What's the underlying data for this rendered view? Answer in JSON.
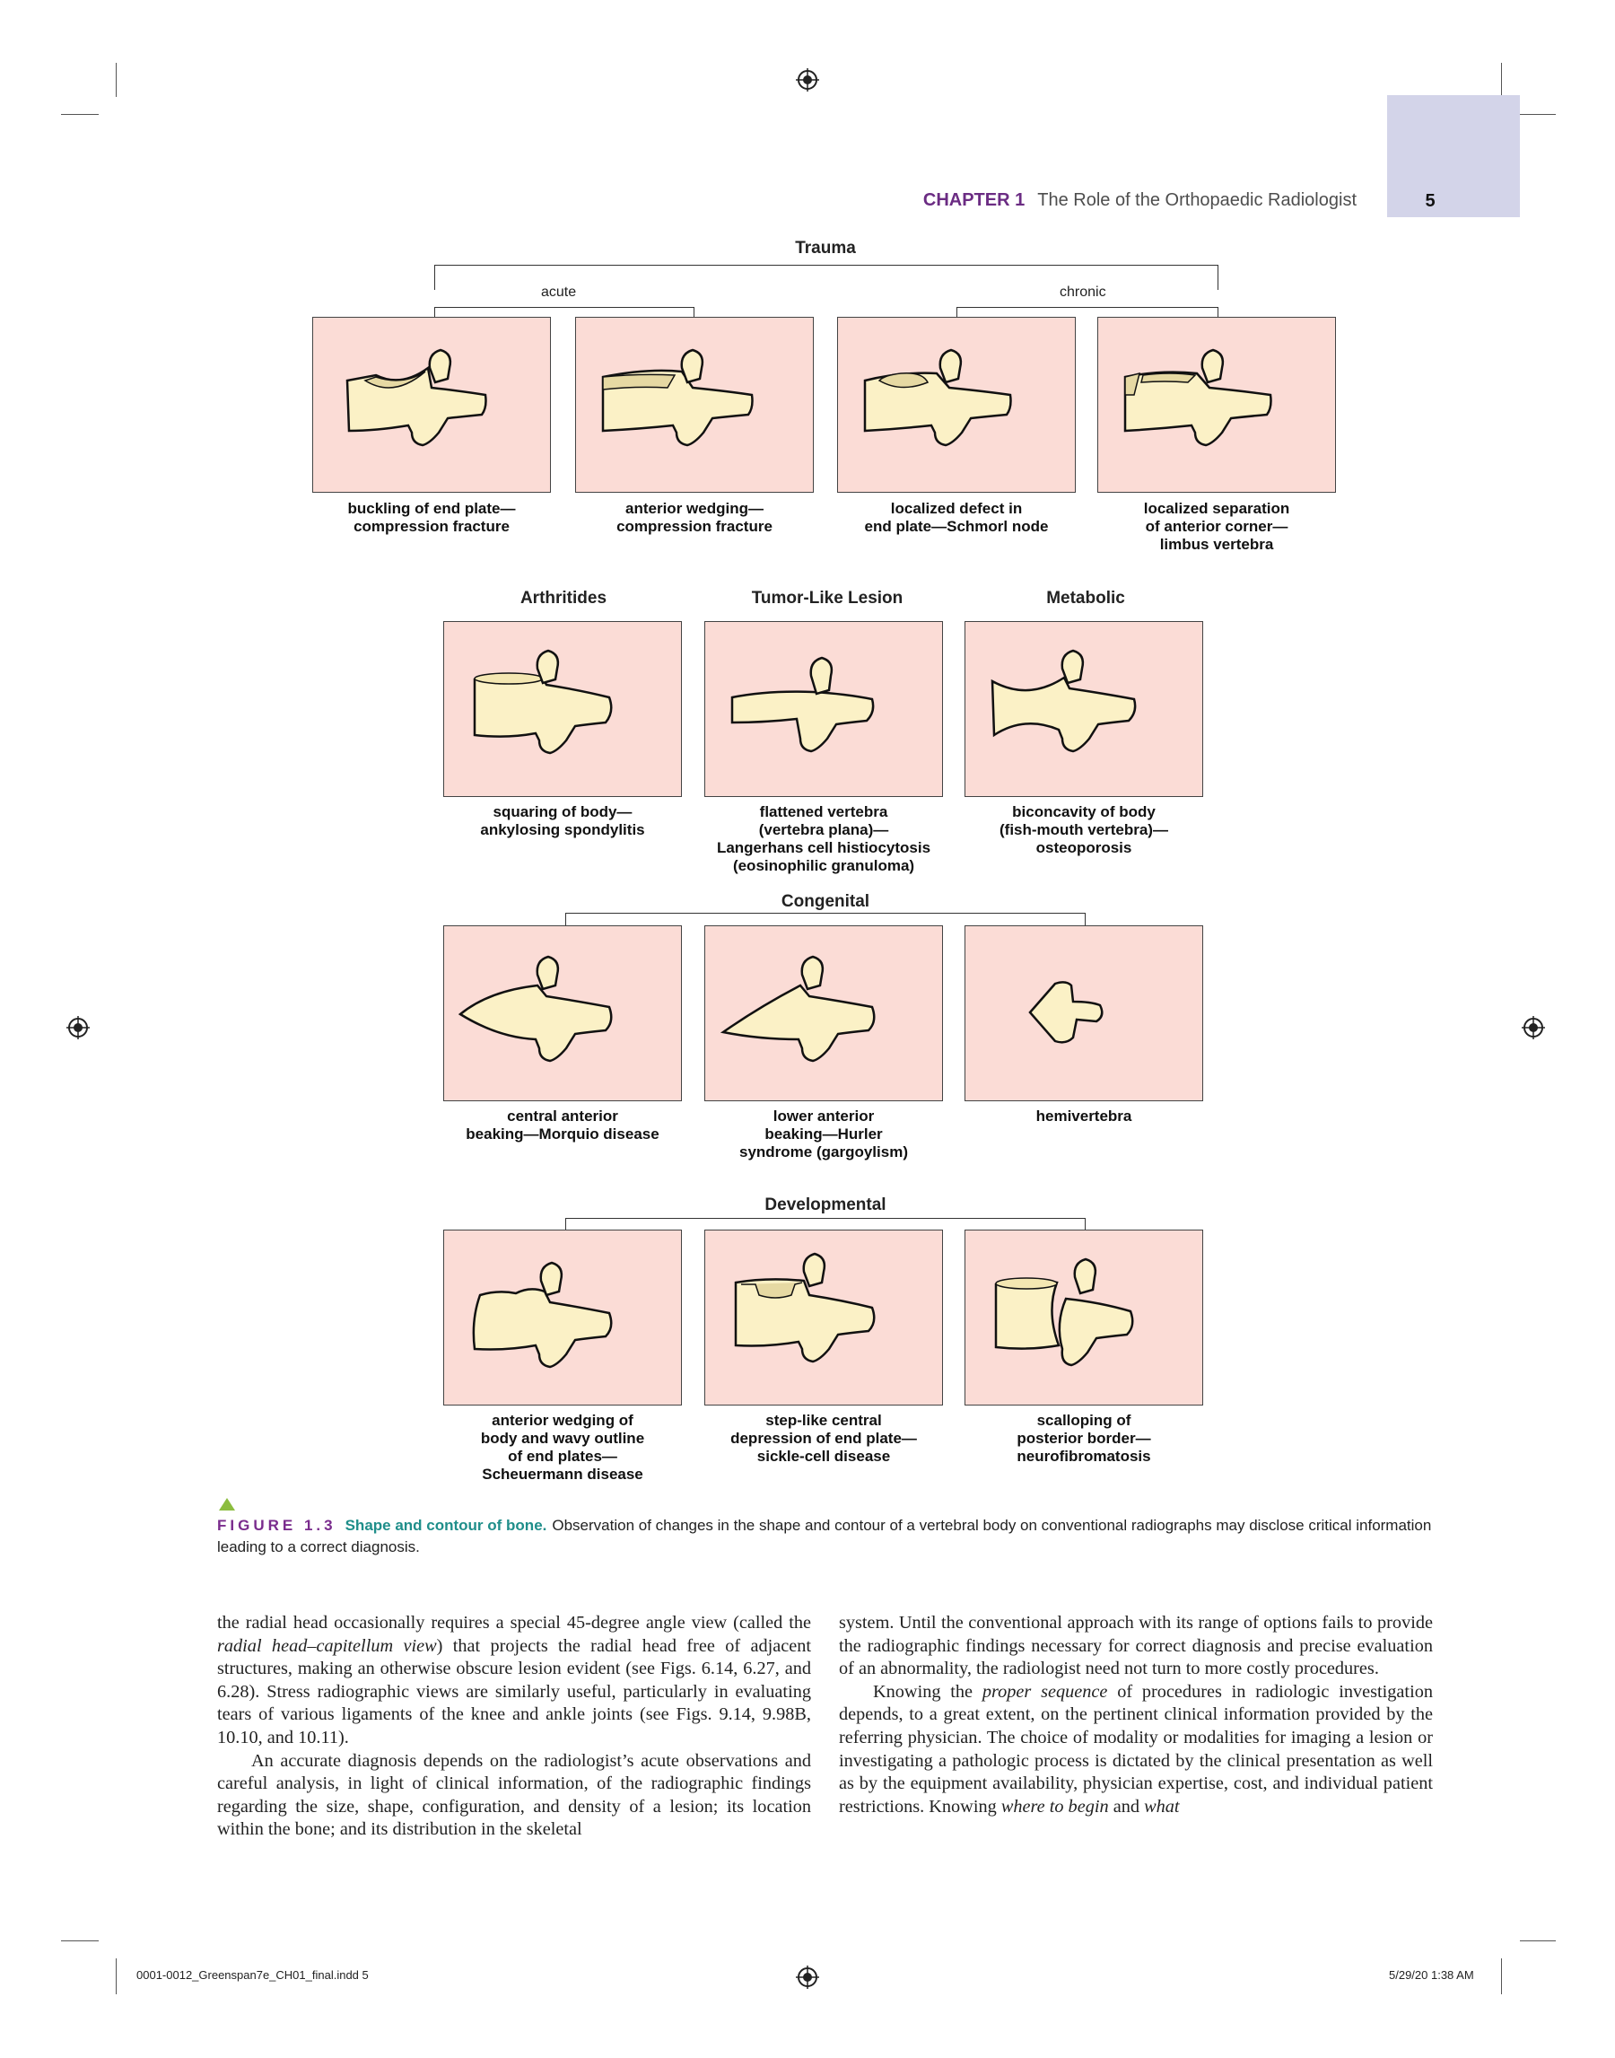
{
  "header": {
    "chapter": "CHAPTER 1",
    "title": "The Role of the Orthopaedic Radiologist",
    "page_number": "5"
  },
  "figure": {
    "trauma": {
      "heading": "Trauma",
      "acute": "acute",
      "chronic": "chronic",
      "panels": [
        {
          "icon": "vertebra-buckling-endplate",
          "caption": "buckling of end plate—\ncompression fracture"
        },
        {
          "icon": "vertebra-anterior-wedging",
          "caption": "anterior wedging—\ncompression fracture"
        },
        {
          "icon": "vertebra-schmorl-node",
          "caption": "localized defect in\nend plate—Schmorl node"
        },
        {
          "icon": "vertebra-limbus",
          "caption": "localized separation\nof anterior corner—\nlimbus vertebra"
        }
      ]
    },
    "middle": {
      "headings": [
        "Arthritides",
        "Tumor-Like Lesion",
        "Metabolic"
      ],
      "panels": [
        {
          "icon": "vertebra-squaring",
          "caption": "squaring of body—\nankylosing spondylitis"
        },
        {
          "icon": "vertebra-plana",
          "caption": "flattened vertebra\n(vertebra plana)—\nLangerhans cell histiocytosis\n(eosinophilic granuloma)"
        },
        {
          "icon": "vertebra-biconcave",
          "caption": "biconcavity of body\n(fish-mouth vertebra)—\nosteoporosis"
        }
      ]
    },
    "congenital": {
      "heading": "Congenital",
      "panels": [
        {
          "icon": "vertebra-central-beaking",
          "caption": "central anterior\nbeaking—Morquio disease"
        },
        {
          "icon": "vertebra-lower-beaking",
          "caption": "lower anterior\nbeaking—Hurler\nsyndrome (gargoylism)"
        },
        {
          "icon": "hemivertebra",
          "caption": "hemivertebra"
        }
      ]
    },
    "developmental": {
      "heading": "Developmental",
      "panels": [
        {
          "icon": "vertebra-wavy-outline",
          "caption": "anterior wedging of\nbody and wavy outline\nof end plates—\nScheuermann disease"
        },
        {
          "icon": "vertebra-step-depression",
          "caption": "step-like central\ndepression of end plate—\nsickle-cell disease"
        },
        {
          "icon": "vertebra-posterior-scalloping",
          "caption": "scalloping of\nposterior border—\nneurofibromatosis"
        }
      ]
    },
    "caption": {
      "label": "FIGURE 1.3",
      "title": "Shape and contour of bone.",
      "text": "Observation of changes in the shape and contour of a vertebral body on conventional radiographs may disclose critical information leading to a correct diagnosis."
    }
  },
  "body": {
    "left": [
      {
        "indent": false,
        "parts": [
          {
            "t": "the radial head occasionally requires a special 45-degree angle view (called the "
          },
          {
            "t": "radial head–capitellum view",
            "i": true
          },
          {
            "t": ") that projects the radial head free of adjacent structures, making an otherwise obscure lesion evident (see Figs. 6.14, 6.27, and 6.28). Stress radiographic views are similarly useful, particularly in evaluating tears of various ligaments of the knee and ankle joints (see Figs. 9.14, 9.98B, 10.10, and 10.11)."
          }
        ]
      },
      {
        "indent": true,
        "parts": [
          {
            "t": "An accurate diagnosis depends on the radiologist’s acute observations and careful analysis, in light of clinical information, of the radiographic findings regarding the size, shape, configuration, and density of a lesion; its location within the bone; and its distribution in the skeletal"
          }
        ]
      }
    ],
    "right": [
      {
        "indent": false,
        "parts": [
          {
            "t": "system. Until the conventional approach with its range of options fails to provide the radiographic findings necessary for correct diagnosis and precise evaluation of an abnormality, the radiologist need not turn to more costly procedures."
          }
        ]
      },
      {
        "indent": true,
        "parts": [
          {
            "t": "Knowing the "
          },
          {
            "t": "proper sequence",
            "i": true
          },
          {
            "t": " of procedures in radiologic investigation depends, to a great extent, on the pertinent clinical information provided by the referring physician. The choice of modality or modalities for imaging a lesion or investigating a pathologic process is dictated by the clinical presentation as well as by the equipment availability, physician expertise, cost, and individual patient restrictions. Knowing "
          },
          {
            "t": "where to begin",
            "i": true
          },
          {
            "t": " and "
          },
          {
            "t": "what",
            "i": true
          }
        ]
      }
    ]
  },
  "footer": {
    "file": "0001-0012_Greenspan7e_CH01_final.indd   5",
    "date": "5/29/20   1:38 AM"
  }
}
